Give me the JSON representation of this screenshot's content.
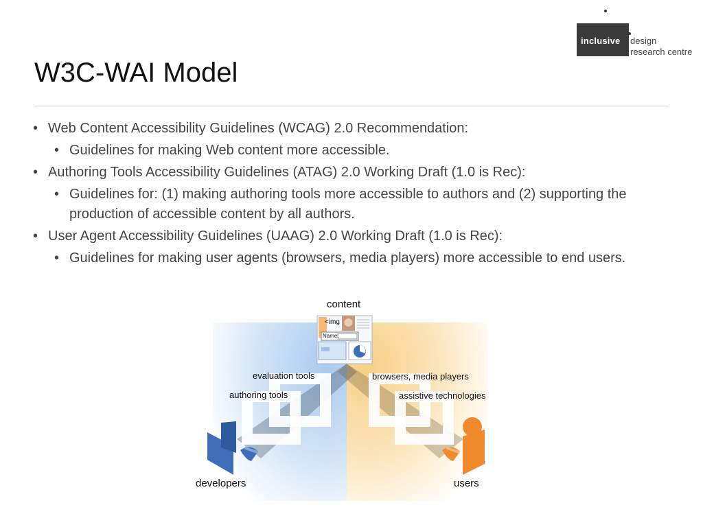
{
  "logo": {
    "word": "inclusive",
    "line1": "design",
    "line2": "research centre"
  },
  "slide": {
    "title": "W3C-WAI Model"
  },
  "bullets": [
    {
      "level": 1,
      "text": "Web Content Accessibility Guidelines (WCAG) 2.0 Recommendation:"
    },
    {
      "level": 2,
      "text": "Guidelines for making Web content more accessible."
    },
    {
      "level": 1,
      "text": "Authoring Tools Accessibility Guidelines (ATAG) 2.0 Working Draft (1.0 is Rec):"
    },
    {
      "level": 2,
      "text": "Guidelines for: (1) making authoring tools more accessible to authors and (2) supporting the production of accessible content by all authors."
    },
    {
      "level": 1,
      "text": "User Agent Accessibility Guidelines (UAAG) 2.0 Working Draft (1.0 is Rec):"
    },
    {
      "level": 2,
      "text": "Guidelines for making user agents (browsers, media players) more accessible to end users."
    }
  ],
  "diagram": {
    "content": "content",
    "img_tag": "<img",
    "name_field": "Name:",
    "evaluation_tools": "evaluation tools",
    "authoring_tools": "authoring tools",
    "browsers_media_players": "browsers, media players",
    "assistive_technologies": "assistive technologies",
    "developers": "developers",
    "users": "users"
  },
  "colors": {
    "developer_side": "#a9cbee",
    "user_side": "#f7cf86",
    "developer_figure": "#3f6db8",
    "user_figure": "#f08a2c"
  }
}
